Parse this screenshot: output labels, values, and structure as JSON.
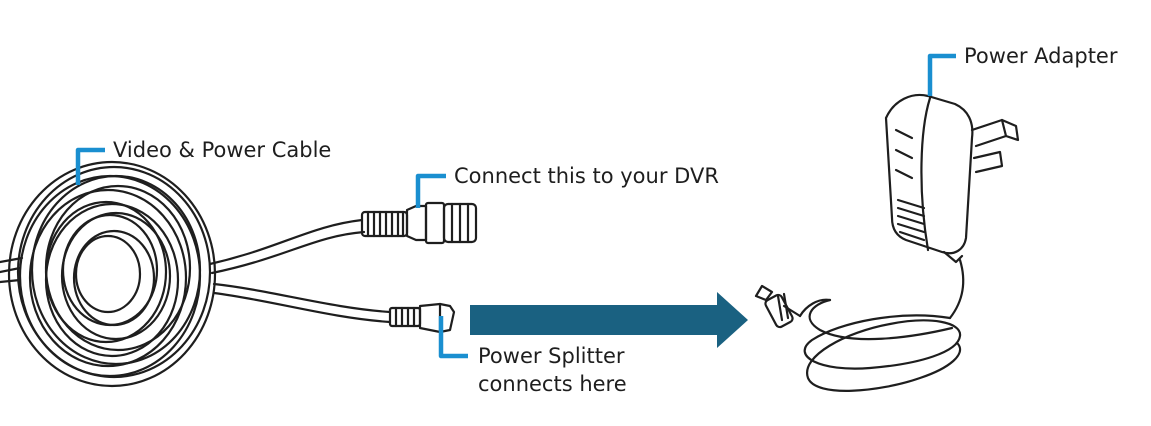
{
  "labels": {
    "video_power_cable": "Video & Power Cable",
    "connect_dvr": "Connect this to your DVR",
    "power_adapter": "Power Adapter",
    "power_splitter_line1": "Power Splitter",
    "power_splitter_line2": "connects here"
  },
  "icons": [
    "cable-coil-icon",
    "bnc-connector-icon",
    "dc-plug-icon",
    "power-adapter-icon",
    "arrow-right-icon"
  ],
  "colors": {
    "callout": "#1a8fd0",
    "arrow": "#1a6181",
    "line_art": "#1e1e1e"
  }
}
